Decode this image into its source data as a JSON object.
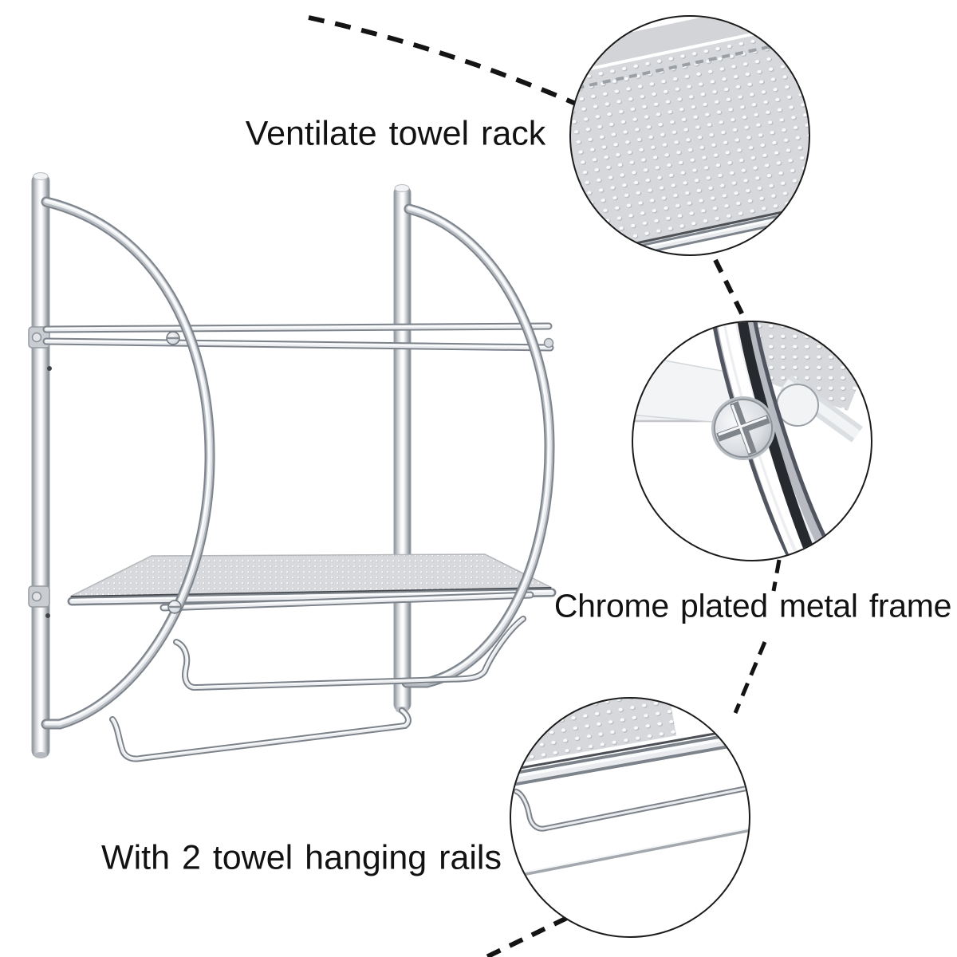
{
  "title": "Wall mounted towel rack feature callout image",
  "background": "#ffffff",
  "labels": {
    "ventilate": "Ventilate towel rack",
    "chrome": "Chrome plated metal frame",
    "rails": "With 2 towel hanging rails"
  },
  "callouts": [
    {
      "id": "shelf-texture",
      "label": "Ventilate towel rack",
      "feature": "perforated-ventilated-shelf"
    },
    {
      "id": "frame-joint",
      "label": "Chrome plated metal frame",
      "feature": "chrome-tube-with-phillips-screw"
    },
    {
      "id": "hanging-rails",
      "label": "With 2 towel hanging rails",
      "feature": "two-towel-bars-detail"
    }
  ],
  "colors": {
    "text": "#121212",
    "callout_outline": "#1b1b1b",
    "dashed_connector": "#141414",
    "chrome_light": "#f7f8fa",
    "chrome_mid": "#c7cbd0",
    "chrome_dark": "#868c94",
    "perforation_base": "#d7d9dc"
  }
}
